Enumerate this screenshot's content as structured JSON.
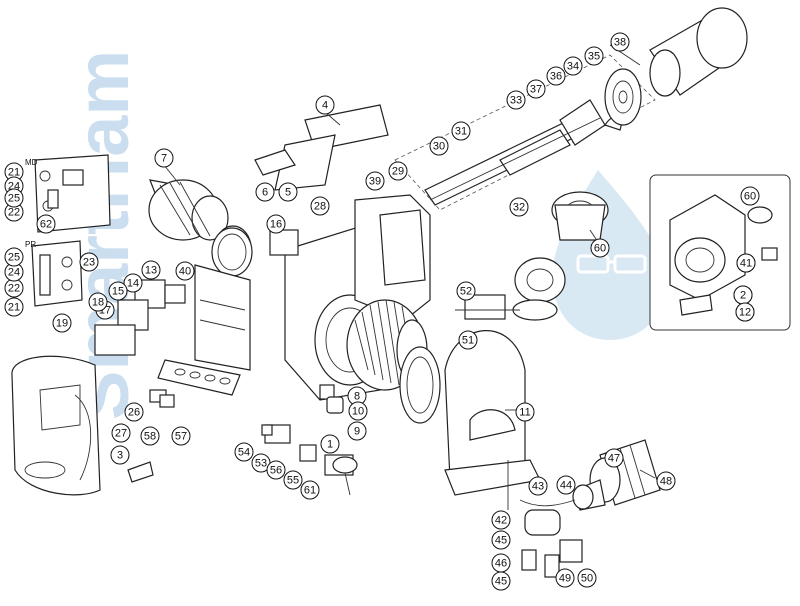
{
  "watermark": {
    "brand": "SmartHam"
  },
  "inset_panels": [
    {
      "title": "MD"
    },
    {
      "title": "PR"
    }
  ],
  "labels": [
    {
      "id": "1"
    },
    {
      "id": "2"
    },
    {
      "id": "3"
    },
    {
      "id": "4"
    },
    {
      "id": "5"
    },
    {
      "id": "6"
    },
    {
      "id": "7"
    },
    {
      "id": "8"
    },
    {
      "id": "9"
    },
    {
      "id": "10"
    },
    {
      "id": "11"
    },
    {
      "id": "12"
    },
    {
      "id": "13"
    },
    {
      "id": "14"
    },
    {
      "id": "15"
    },
    {
      "id": "16"
    },
    {
      "id": "17"
    },
    {
      "id": "18"
    },
    {
      "id": "19"
    },
    {
      "id": "21"
    },
    {
      "id": "21"
    },
    {
      "id": "22"
    },
    {
      "id": "22"
    },
    {
      "id": "23"
    },
    {
      "id": "24"
    },
    {
      "id": "24"
    },
    {
      "id": "25"
    },
    {
      "id": "25"
    },
    {
      "id": "26"
    },
    {
      "id": "27"
    },
    {
      "id": "28"
    },
    {
      "id": "29"
    },
    {
      "id": "30"
    },
    {
      "id": "31"
    },
    {
      "id": "32"
    },
    {
      "id": "33"
    },
    {
      "id": "34"
    },
    {
      "id": "35"
    },
    {
      "id": "36"
    },
    {
      "id": "37"
    },
    {
      "id": "38"
    },
    {
      "id": "39"
    },
    {
      "id": "40"
    },
    {
      "id": "41"
    },
    {
      "id": "42"
    },
    {
      "id": "43"
    },
    {
      "id": "44"
    },
    {
      "id": "45"
    },
    {
      "id": "45"
    },
    {
      "id": "46"
    },
    {
      "id": "47"
    },
    {
      "id": "48"
    },
    {
      "id": "49"
    },
    {
      "id": "50"
    },
    {
      "id": "51"
    },
    {
      "id": "52"
    },
    {
      "id": "53"
    },
    {
      "id": "54"
    },
    {
      "id": "55"
    },
    {
      "id": "56"
    },
    {
      "id": "57"
    },
    {
      "id": "58"
    },
    {
      "id": "60"
    },
    {
      "id": "61"
    },
    {
      "id": "62"
    },
    {
      "id": "2"
    },
    {
      "id": "12"
    },
    {
      "id": "41"
    },
    {
      "id": "60"
    }
  ]
}
